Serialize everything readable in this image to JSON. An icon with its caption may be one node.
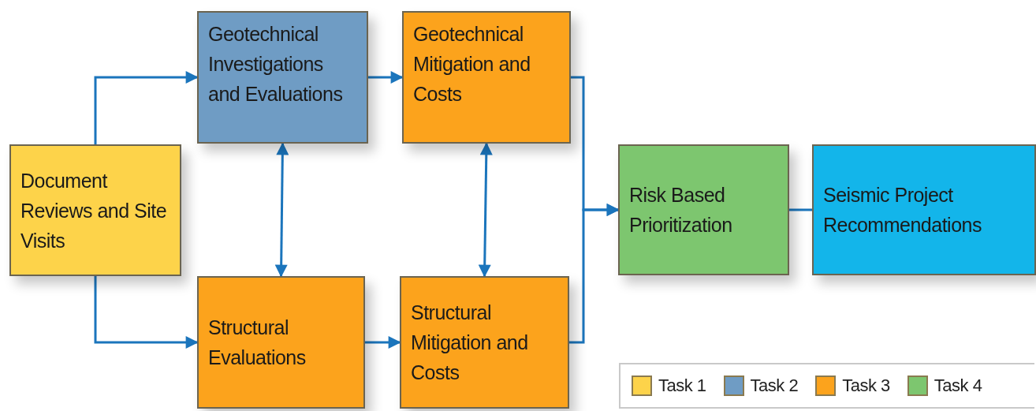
{
  "diagram": {
    "nodes": [
      {
        "text": [
          "Document Reviews and Site Visits"
        ]
      },
      {
        "text": [
          "Geotechnical Investigations and Evaluations"
        ]
      },
      {
        "text": [
          "Geotechnical Mitigation and Costs"
        ]
      },
      {
        "text": [
          "Structural Evaluations"
        ]
      },
      {
        "text": [
          "Structural Mitigation and Costs"
        ]
      },
      {
        "text": [
          "Risk Based Prioritization"
        ]
      },
      {
        "text": [
          "Seismic Project Recommendations"
        ]
      }
    ],
    "edges": [
      {
        "from": 0,
        "to": 1,
        "arrow": "to"
      },
      {
        "from": 0,
        "to": 3,
        "arrow": "to"
      },
      {
        "from": 1,
        "to": 2,
        "arrow": "to"
      },
      {
        "from": 3,
        "to": 4,
        "arrow": "to"
      },
      {
        "from": 1,
        "to": 3,
        "arrow": "both"
      },
      {
        "from": 2,
        "to": 4,
        "arrow": "both"
      },
      {
        "from": 2,
        "to": 5,
        "arrow": "to"
      },
      {
        "from": 4,
        "to": 5,
        "arrow": "to"
      },
      {
        "from": 5,
        "to": 6,
        "arrow": "none"
      }
    ],
    "legend": [
      {
        "text": "Task 1",
        "color": "#fdd34a"
      },
      {
        "text": "Task 2",
        "color": "#6f9cc4"
      },
      {
        "text": "Task 3",
        "color": "#fca31c"
      },
      {
        "text": "Task 4",
        "color": "#7dc66f"
      }
    ]
  }
}
